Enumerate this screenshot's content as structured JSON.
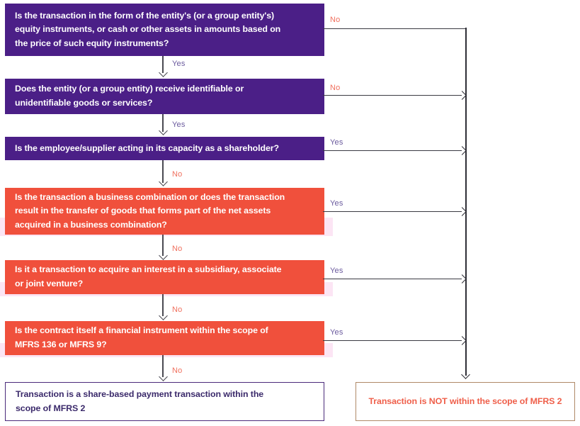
{
  "diagram": {
    "title": "MFRS 2 scope decision flowchart",
    "colors": {
      "purple_box": "#4b1f87",
      "red_box": "#f0503c",
      "pink_shadow": "#fbe0f2",
      "outline_purple": "#4b2a7b",
      "outline_tan": "#b08968",
      "yes_label": "#6b5b9e",
      "no_label": "#f0705e",
      "connector": "#3a3a42"
    },
    "nodes": [
      {
        "id": "q1",
        "style": "purple",
        "text": "Is the transaction in the form of the entity's (or a group entity's)\nequity instruments, or cash or other assets in amounts based on\nthe price of such equity instruments?"
      },
      {
        "id": "q2",
        "style": "purple",
        "text": "Does the entity (or a group entity) receive identifiable or\nunidentifiable goods or services?"
      },
      {
        "id": "q3",
        "style": "purple",
        "text": "Is the employee/supplier acting in its capacity as a shareholder?"
      },
      {
        "id": "q4",
        "style": "red",
        "text": "Is the transaction a business combination or does the transaction\nresult in the transfer of goods that forms part of the net assets\nacquired in a business combination?"
      },
      {
        "id": "q5",
        "style": "red",
        "text": "Is it a transaction to acquire an interest in a subsidiary, associate\nor joint venture?"
      },
      {
        "id": "q6",
        "style": "red",
        "text": "Is the contract itself a financial instrument within the scope of\nMFRS 136 or MFRS 9?"
      },
      {
        "id": "outcome_in_scope",
        "style": "outline-purple",
        "text": "Transaction is a share-based payment transaction within the\nscope of MFRS 2"
      },
      {
        "id": "outcome_not_in_scope",
        "style": "outline-tan",
        "text": "Transaction is NOT within the scope of MFRS 2"
      }
    ],
    "edge_labels": {
      "q1_no": "No",
      "q1_yes": "Yes",
      "q2_no": "No",
      "q2_yes": "Yes",
      "q3_yes": "Yes",
      "q3_no": "No",
      "q4_yes": "Yes",
      "q4_no": "No",
      "q5_yes": "Yes",
      "q5_no": "No",
      "q6_yes": "Yes",
      "q6_no": "No"
    }
  }
}
